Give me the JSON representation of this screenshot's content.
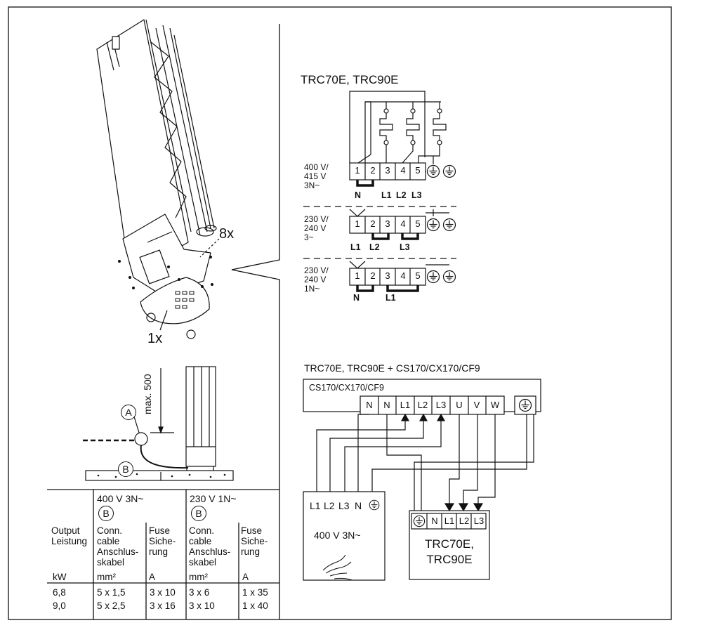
{
  "exploded_view": {
    "screws_label": "8x",
    "cover_label": "1x"
  },
  "install": {
    "distance_label": "max. 500",
    "callout_a": "A",
    "callout_b": "B"
  },
  "table": {
    "col_headers": [
      "400 V 3N~",
      "230 V 1N~"
    ],
    "col_circles": [
      "B",
      "B"
    ],
    "output_label": "Output\nLeistung",
    "cable_label": "Conn.\ncable\nAnschlus-\nskabel",
    "fuse_label": "Fuse\nSiche-\nrung",
    "units": [
      "kW",
      "mm²",
      "A",
      "mm²",
      "A"
    ],
    "rows": [
      [
        "6,8",
        "5 x 1,5",
        "3 x 10",
        "3 x 6",
        "1 x 35"
      ],
      [
        "9,0",
        "5 x 2,5",
        "3 x 16",
        "3 x 10",
        "1 x 40"
      ]
    ]
  },
  "wiring": {
    "title": "TRC70E, TRC90E",
    "terminals": [
      "1",
      "2",
      "3",
      "4",
      "5"
    ],
    "configs": [
      {
        "voltage": "400 V/\n415 V\n3N~",
        "labels": [
          "N",
          "L1",
          "L2",
          "L3"
        ]
      },
      {
        "voltage": "230 V/\n240 V\n3~",
        "labels": [
          "L1",
          "L2",
          "L3"
        ]
      },
      {
        "voltage": "230 V/\n240 V\n1N~",
        "labels": [
          "N",
          "L1"
        ]
      }
    ]
  },
  "control": {
    "title": "TRC70E, TRC90E + CS170/CX170/CF9",
    "unit_label": "CS170/CX170/CF9",
    "unit_terminals": [
      "N",
      "N",
      "L1",
      "L2",
      "L3",
      "U",
      "V",
      "W"
    ],
    "supply_terminals": [
      "L1",
      "L2",
      "L3",
      "N"
    ],
    "supply_label": "400 V 3N~",
    "heater_terminals": [
      "N",
      "L1",
      "L2",
      "L3"
    ],
    "heater_label": "TRC70E,\nTRC90E"
  }
}
